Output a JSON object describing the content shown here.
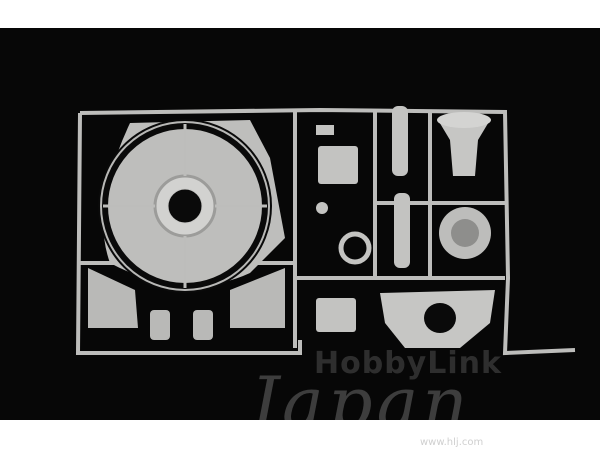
{
  "image": {
    "subject": "plastic-model-kit-sprue-runner",
    "part_color": "#c7c7c5",
    "background_color": "#070707"
  },
  "watermark": {
    "brand_top": "HobbyLink",
    "brand_script": "Japan",
    "url": "www.hlj.com"
  }
}
